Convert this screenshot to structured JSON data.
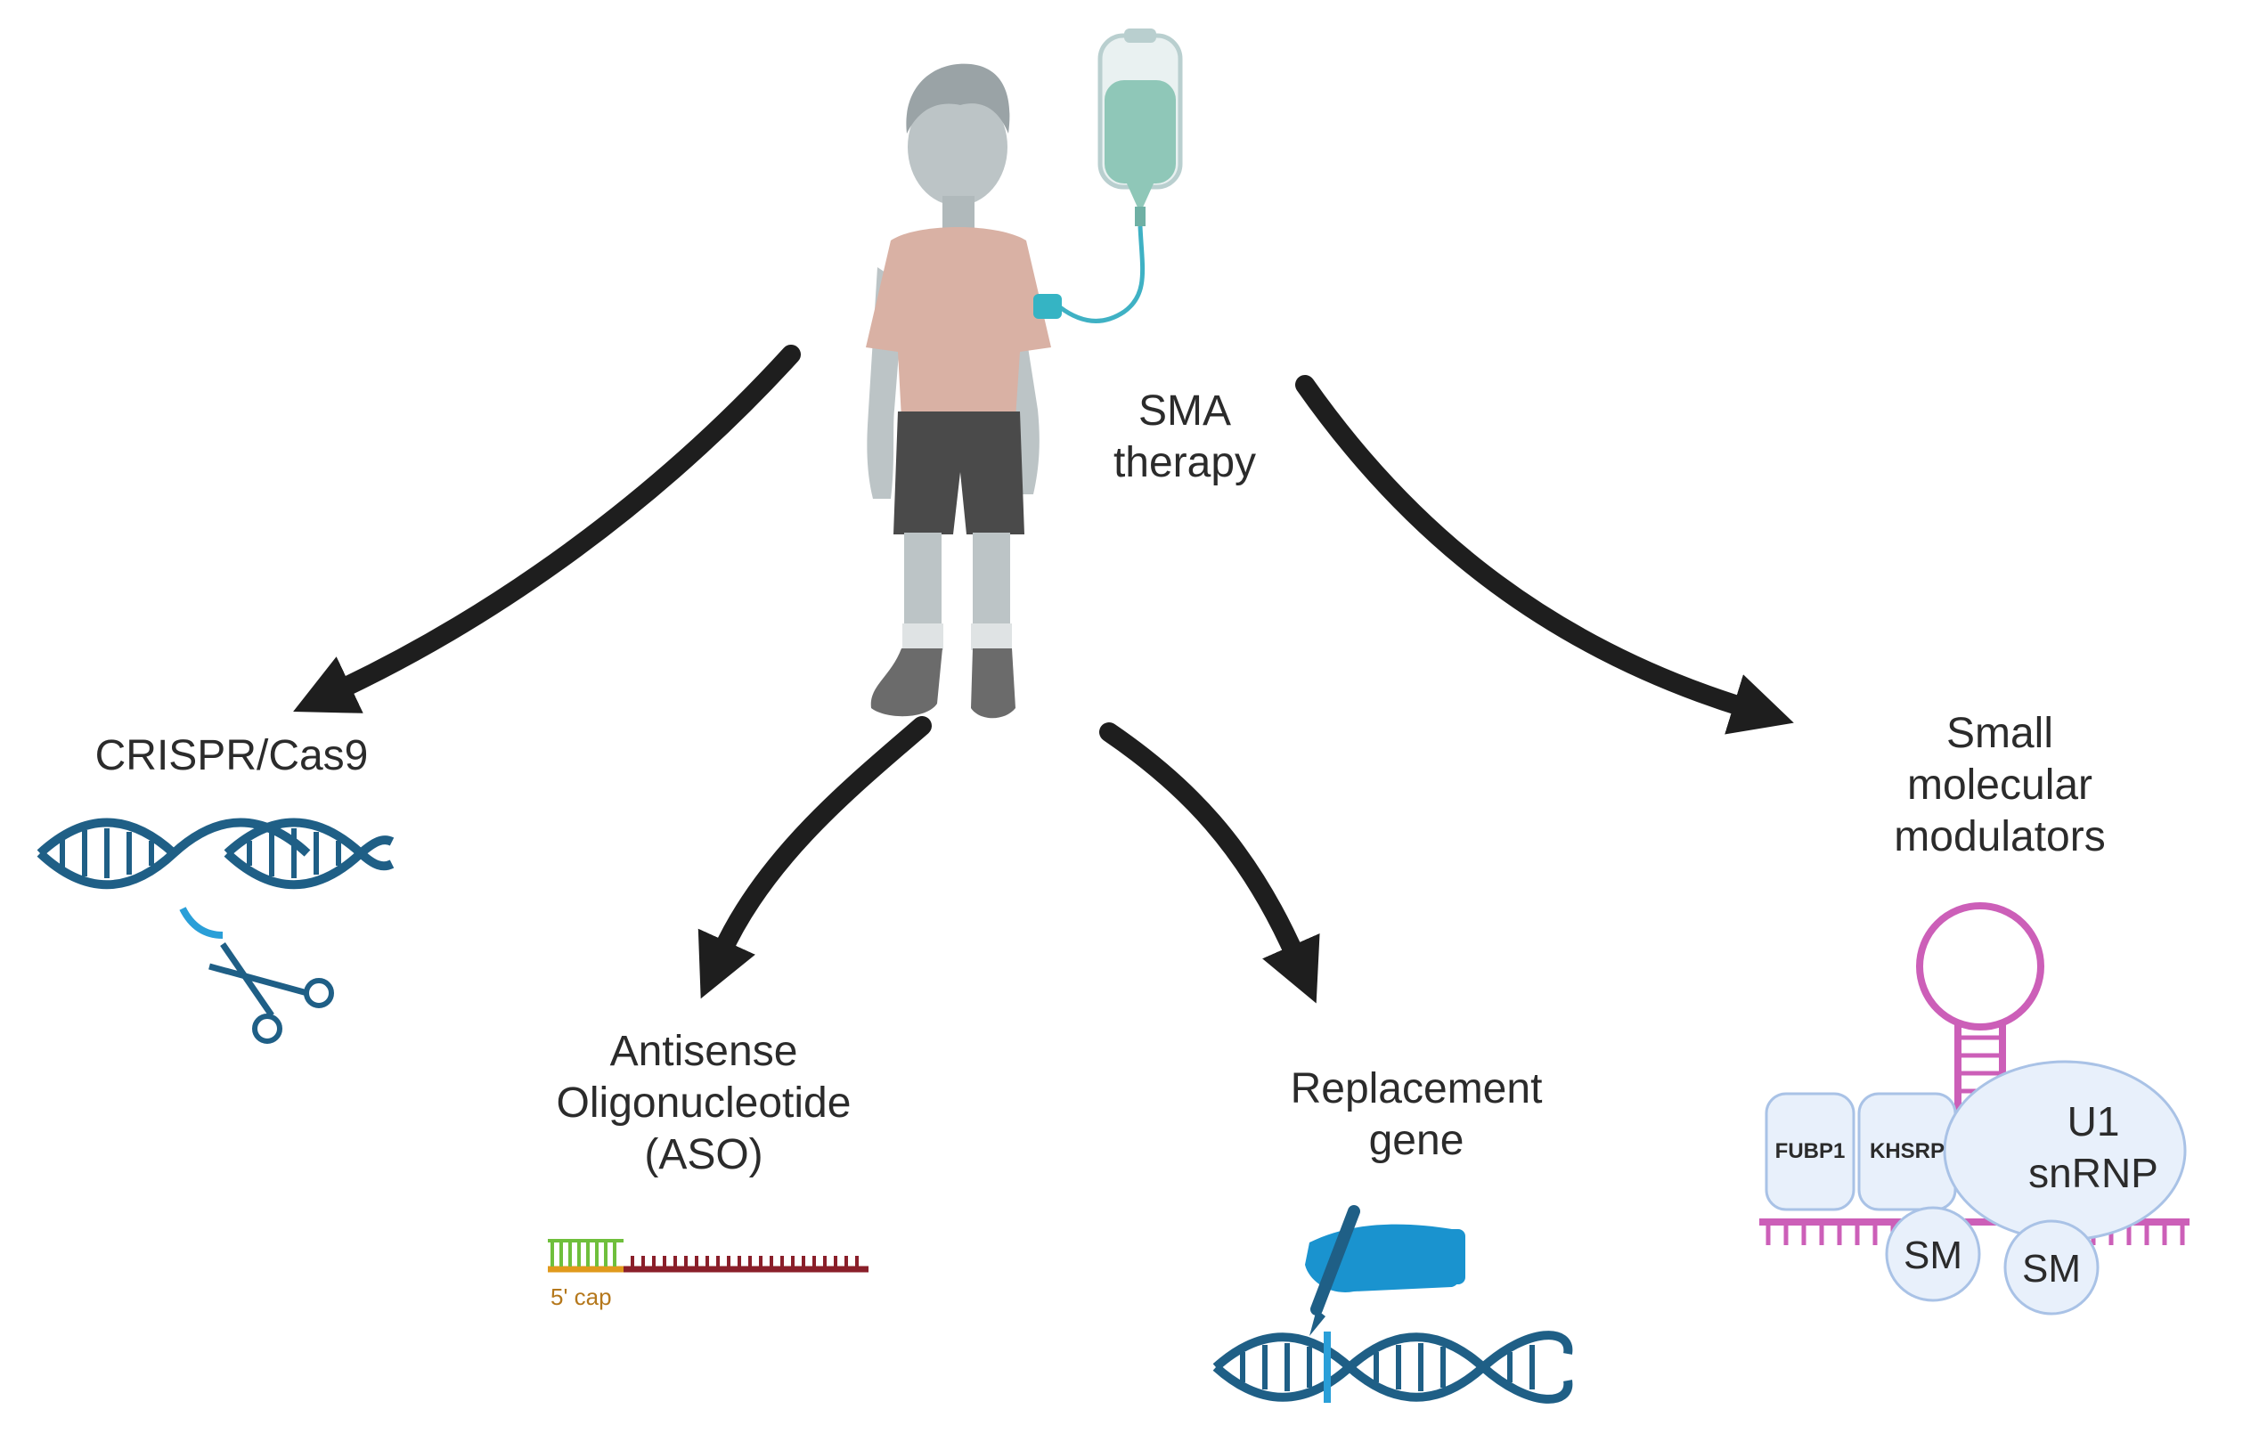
{
  "center": {
    "line1": "SMA",
    "line2": "therapy"
  },
  "branches": {
    "crispr": {
      "label": "CRISPR/Cas9"
    },
    "aso": {
      "line1": "Antisense",
      "line2": "Oligonucleotide",
      "line3": "(ASO)",
      "cap_label": "5' cap"
    },
    "gene": {
      "line1": "Replacement",
      "line2": "gene"
    },
    "small": {
      "line1": "Small",
      "line2": "molecular",
      "line3": "modulators"
    }
  },
  "complex": {
    "protein1": "FUBP1",
    "protein2": "KHSRP",
    "u1_line1": "U1",
    "u1_line2": "snRNP",
    "sm1": "SM",
    "sm2": "SM"
  },
  "icons": [
    "child-patient-icon",
    "iv-bag-icon",
    "dna-scissors-icon",
    "aso-strand-icon",
    "hand-pen-icon",
    "dna-icon",
    "rna-hairpin-icon"
  ],
  "colors": {
    "arrow": "#1e1e1e",
    "dna": "#1f5f86",
    "accent_blue": "#2a9fd8",
    "rna": "#cc5fb8",
    "shirt": "#d9b1a4",
    "skin": "#bcc4c6",
    "shorts": "#4a4a4a",
    "iv_fluid": "#8fc7b8"
  }
}
